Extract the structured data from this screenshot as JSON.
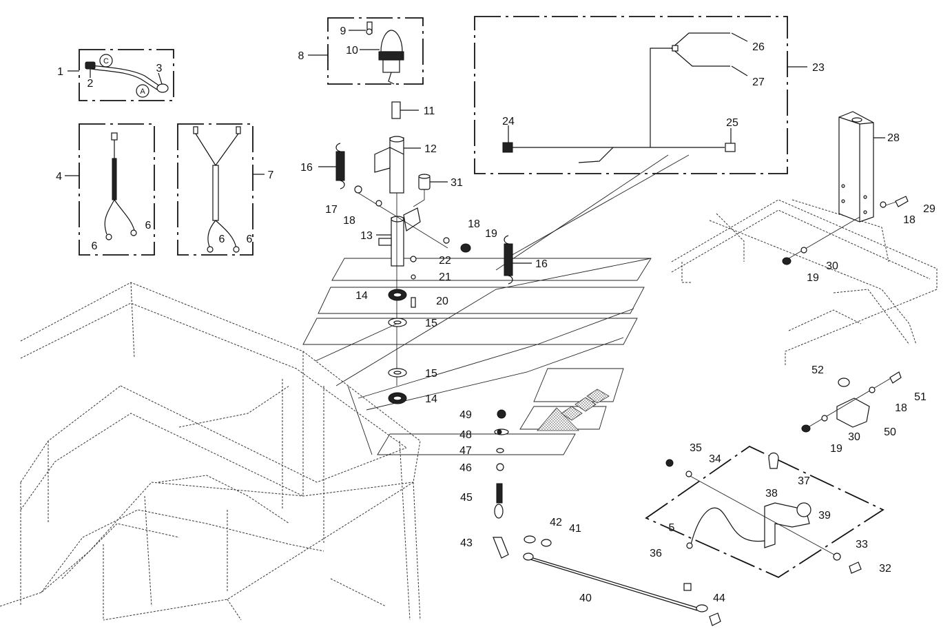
{
  "diagram": {
    "callouts": [
      "1",
      "2",
      "3",
      "4",
      "5",
      "6",
      "6",
      "6",
      "6",
      "7",
      "8",
      "9",
      "10",
      "11",
      "12",
      "13",
      "14",
      "14",
      "15",
      "15",
      "16",
      "16",
      "17",
      "18",
      "18",
      "18",
      "18",
      "19",
      "19",
      "19",
      "20",
      "21",
      "22",
      "23",
      "24",
      "25",
      "26",
      "27",
      "28",
      "29",
      "30",
      "30",
      "31",
      "32",
      "33",
      "34",
      "35",
      "36",
      "37",
      "38",
      "39",
      "40",
      "41",
      "42",
      "43",
      "44",
      "45",
      "46",
      "47",
      "48",
      "49",
      "50",
      "51",
      "52"
    ],
    "circle_markers": [
      "C",
      "A"
    ]
  }
}
